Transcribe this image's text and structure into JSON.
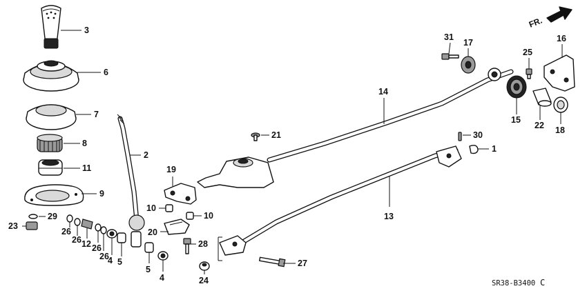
{
  "diagram": {
    "ref_code": "SR38-B3400",
    "ref_suffix": "C",
    "direction_label": "FR.",
    "callouts": {
      "c3": "3",
      "c6": "6",
      "c7": "7",
      "c8": "8",
      "c11": "11",
      "c9": "9",
      "c29": "29",
      "c23": "23",
      "c26a": "26",
      "c26b": "26",
      "c26c": "26",
      "c26d": "26",
      "c12": "12",
      "c4a": "4",
      "c5a": "5",
      "c5b": "5",
      "c4b": "4",
      "c2": "2",
      "c19": "19",
      "c10a": "10",
      "c10b": "10",
      "c20": "20",
      "c28": "28",
      "c24": "24",
      "c27": "27",
      "c13": "13",
      "c14": "14",
      "c21": "21",
      "c30": "30",
      "c1": "1",
      "c31": "31",
      "c17": "17",
      "c25": "25",
      "c16": "16",
      "c15": "15",
      "c22": "22",
      "c18": "18"
    }
  }
}
